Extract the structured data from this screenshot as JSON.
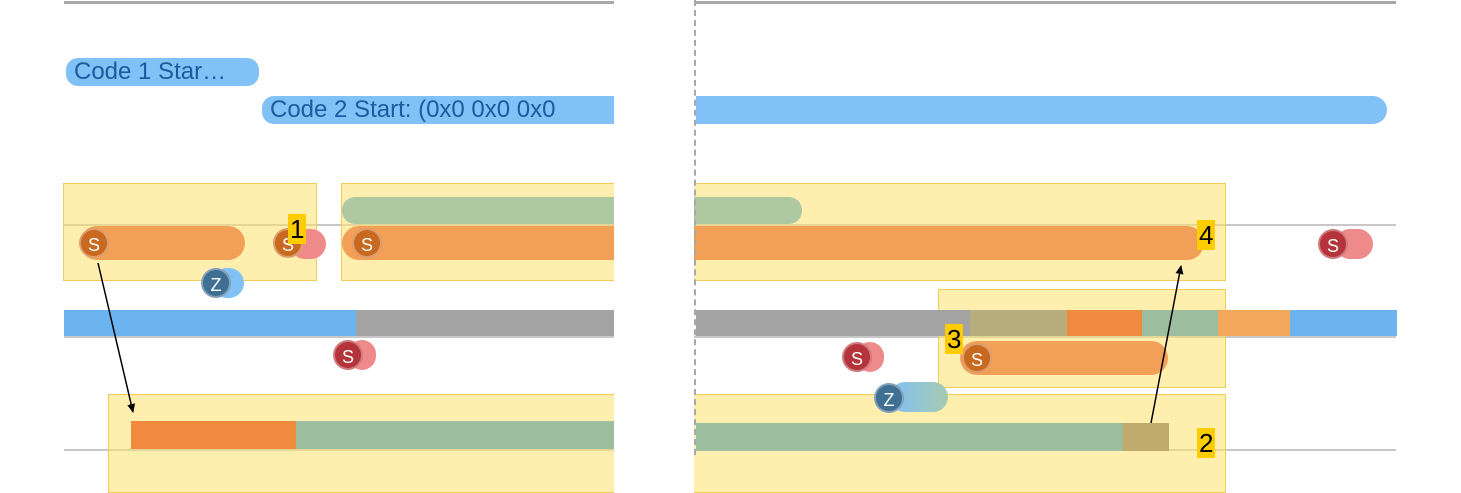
{
  "labels": {
    "code1": "Code 1 Star…",
    "code2": "Code 2 Start: (0x0 0x0 0x0"
  },
  "markers": {
    "m1": "1",
    "m2": "2",
    "m3": "3",
    "m4": "4"
  },
  "badges": {
    "s": "S",
    "z": "Z"
  },
  "colors": {
    "highlight_region": "#ffe16e",
    "blue_bar": "#82c1f5",
    "orange_bar": "#f29f58",
    "dark_orange": "#f08a3e",
    "green_bar": "#9cbd9e",
    "gray_bar": "#a3a3a3",
    "olive": "#c0aa6c",
    "s_badge_orange": "#c8691f",
    "s_badge_red": "#b5333a",
    "z_badge": "#3f6f93"
  }
}
